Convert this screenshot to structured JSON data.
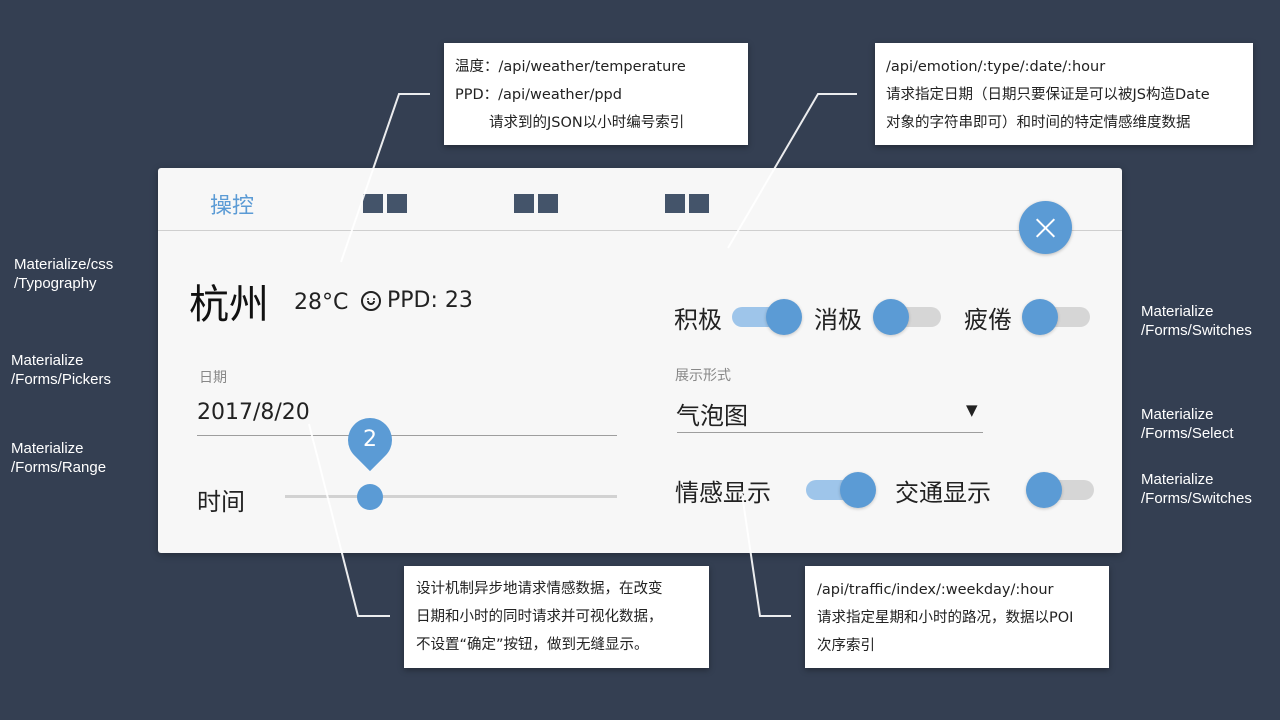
{
  "side_labels": {
    "typography": "Materialize/css\n/Typography",
    "pickers": "Materialize\n/Forms/Pickers",
    "range": "Materialize\n/Forms/Range",
    "switches_top": "Materialize\n/Forms/Switches",
    "select": "Materialize\n/Forms/Select",
    "switches_bottom": "Materialize\n/Forms/Switches"
  },
  "notes": {
    "weather": [
      "温度：/api/weather/temperature",
      "PPD：/api/weather/ppd",
      "请求到的JSON以小时编号索引"
    ],
    "emotion": [
      "/api/emotion/:type/:date/:hour",
      "请求指定日期（日期只要保证是可以被JS构造Date",
      "对象的字符串即可）和时间的特定情感维度数据"
    ],
    "design": [
      "设计机制异步地请求情感数据，在改变",
      "日期和小时的同时请求并可视化数据，",
      "不设置“确定”按钮，做到无缝显示。"
    ],
    "traffic": [
      "/api/traffic/index/:weekday/:hour",
      "请求指定星期和小时的路况，数据以POI",
      "次序索引"
    ]
  },
  "card": {
    "tabs": {
      "active": "操控"
    },
    "city": "杭州",
    "temperature": "28°C",
    "ppd": "PPD: 23",
    "ppd_icon": "smile-icon",
    "date_label": "日期",
    "date_value": "2017/8/20",
    "time_label": "时间",
    "time_slider": {
      "value": "2",
      "min": 0,
      "max": 23
    },
    "emotions": {
      "positive": {
        "label": "积极",
        "on": true
      },
      "negative": {
        "label": "消极",
        "on": false
      },
      "fatigue": {
        "label": "疲倦",
        "on": false
      }
    },
    "display_mode_label": "展示形式",
    "display_mode_value": "气泡图",
    "display_mode_caret": "▼",
    "emotion_display": {
      "label": "情感显示",
      "on": true
    },
    "traffic_display": {
      "label": "交通显示",
      "on": false
    },
    "close_icon": "close-icon"
  },
  "colors": {
    "background": "#343f52",
    "accent": "#5b9bd5",
    "tab_block": "#44546a",
    "card": "#f7f7f7"
  }
}
